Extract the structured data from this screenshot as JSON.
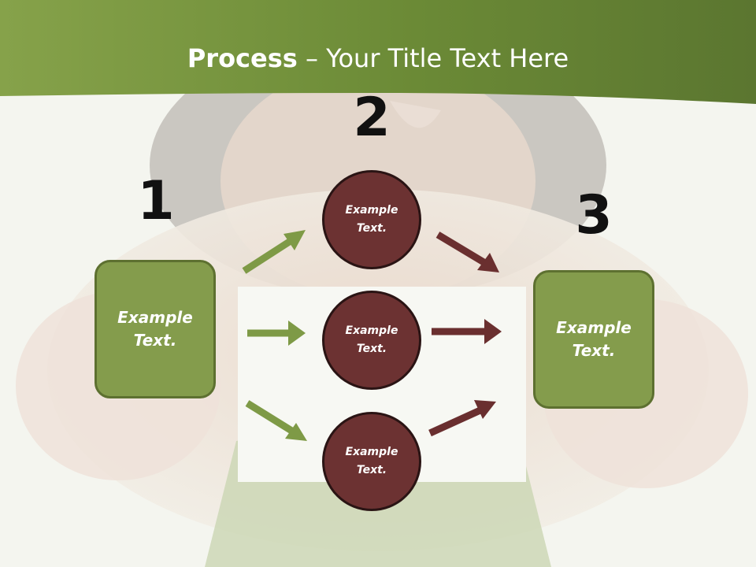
{
  "title": {
    "bold": "Process",
    "rest": " – Your Title Text Here"
  },
  "steps": [
    {
      "number": "1"
    },
    {
      "number": "2"
    },
    {
      "number": "3"
    }
  ],
  "input_box": {
    "text": "Example\nText."
  },
  "output_box": {
    "text": "Example\nText."
  },
  "circles": [
    {
      "text": "Example\nText."
    },
    {
      "text": "Example\nText."
    },
    {
      "text": "Example\nText."
    }
  ],
  "colors": {
    "header_green": "#6f8c3a",
    "box_green": "#849c4c",
    "circle_maroon": "#6c3232",
    "arrow_green": "#7e9a46",
    "arrow_maroon": "#6a2f2f"
  }
}
